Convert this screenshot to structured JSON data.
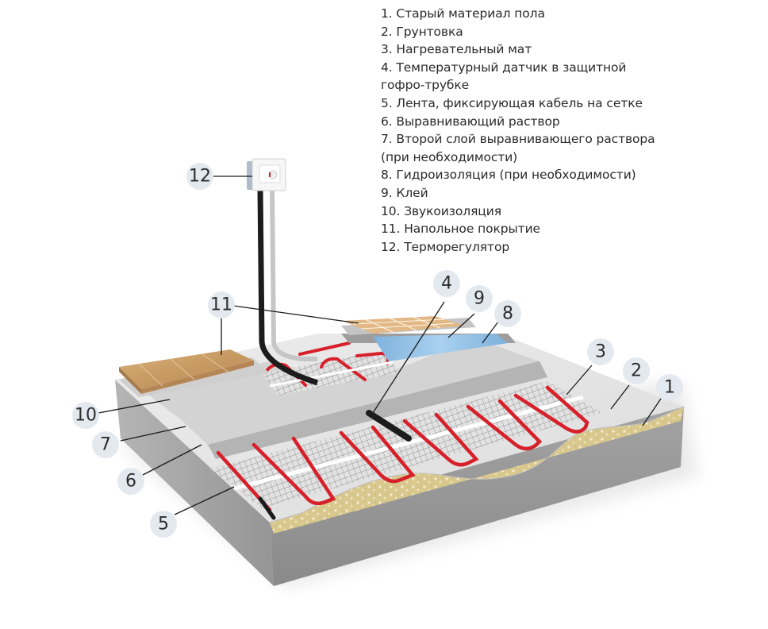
{
  "legend": {
    "items": [
      {
        "num": "1.",
        "text": "Старый материал пола"
      },
      {
        "num": "2.",
        "text": "Грунтовка"
      },
      {
        "num": "3.",
        "text": "Нагревательный мат"
      },
      {
        "num": "4.",
        "text": "Температурный датчик в защитной",
        "cont": "гофро-трубке"
      },
      {
        "num": "5.",
        "text": "Лента, фиксирующая кабель на сетке"
      },
      {
        "num": "6.",
        "text": "Выравнивающий раствор"
      },
      {
        "num": "7.",
        "text": "Второй слой выравнивающего раствора",
        "cont": "(при необходимости)"
      },
      {
        "num": "8.",
        "text": "Гидроизоляция (при необходимости)"
      },
      {
        "num": "9.",
        "text": "Клей"
      },
      {
        "num": "10.",
        "text": "Звукоизоляция"
      },
      {
        "num": "11.",
        "text": "Напольное покрытие"
      },
      {
        "num": "12.",
        "text": "Терморегулятор"
      }
    ]
  },
  "callouts": {
    "c1": "1",
    "c2": "2",
    "c3": "3",
    "c4": "4",
    "c5": "5",
    "c6": "6",
    "c7": "7",
    "c8": "8",
    "c9": "9",
    "c10": "10",
    "c11": "11",
    "c12": "12"
  },
  "colors": {
    "callout_fill": "#e4e9f0",
    "leader_line": "#1a1a1a",
    "concrete": "#9a9a9a",
    "screed": "#d9d9d9",
    "primer": "#e8e8e8",
    "heating_cable": "#d6202a",
    "old_floor": "#d8c890",
    "parquet": "#c9a271",
    "tile": "#e2b886",
    "waterproofing": "#8fbfe6"
  },
  "icons": {
    "thermostat": "thermostat-icon"
  }
}
